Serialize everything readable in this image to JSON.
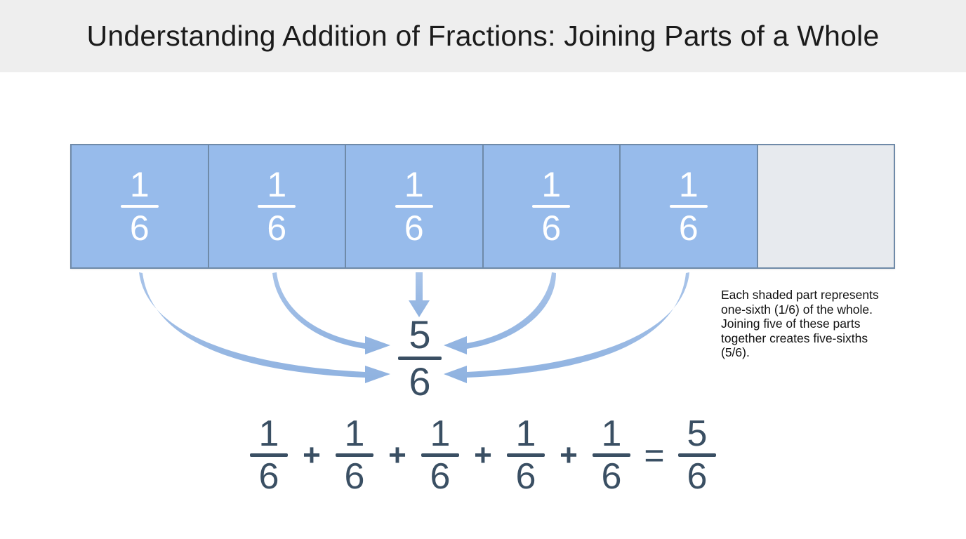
{
  "header": {
    "title": "Understanding Addition of Fractions: Joining Parts of a Whole",
    "background_color": "#eeeeee",
    "text_color": "#1b1b1b"
  },
  "colors": {
    "shaded_fill": "#97bbeb",
    "unshaded_fill": "#e7eaee",
    "segment_border": "#6f8aa8",
    "arrow_fill": "#9dbbe4",
    "dark_text": "#3a4f63",
    "segment_label_text": "#ffffff"
  },
  "bar_model": {
    "total_parts": 6,
    "shaded_parts": 5,
    "denominator": "6",
    "segments": [
      {
        "numerator": "1",
        "denominator": "6",
        "shaded": true
      },
      {
        "numerator": "1",
        "denominator": "6",
        "shaded": true
      },
      {
        "numerator": "1",
        "denominator": "6",
        "shaded": true
      },
      {
        "numerator": "1",
        "denominator": "6",
        "shaded": true
      },
      {
        "numerator": "1",
        "denominator": "6",
        "shaded": true
      },
      {
        "numerator": "",
        "denominator": "",
        "shaded": false
      }
    ]
  },
  "result": {
    "numerator": "5",
    "denominator": "6"
  },
  "annotation": {
    "line1": "Each shaded part represents",
    "line2": "one-sixth (1/6) of the whole.",
    "line3": "Joining five of these parts",
    "line4": "together creates five-sixths",
    "line5": "(5/6)."
  },
  "equation": {
    "terms": [
      {
        "numerator": "1",
        "denominator": "6"
      },
      {
        "numerator": "1",
        "denominator": "6"
      },
      {
        "numerator": "1",
        "denominator": "6"
      },
      {
        "numerator": "1",
        "denominator": "6"
      },
      {
        "numerator": "1",
        "denominator": "6"
      }
    ],
    "plus": "+",
    "equals": "=",
    "sum": {
      "numerator": "5",
      "denominator": "6"
    }
  },
  "arrows": {
    "count": 5,
    "description": "five arrows from each shaded part converging on the result fraction"
  },
  "bottom_cropped_text": ""
}
